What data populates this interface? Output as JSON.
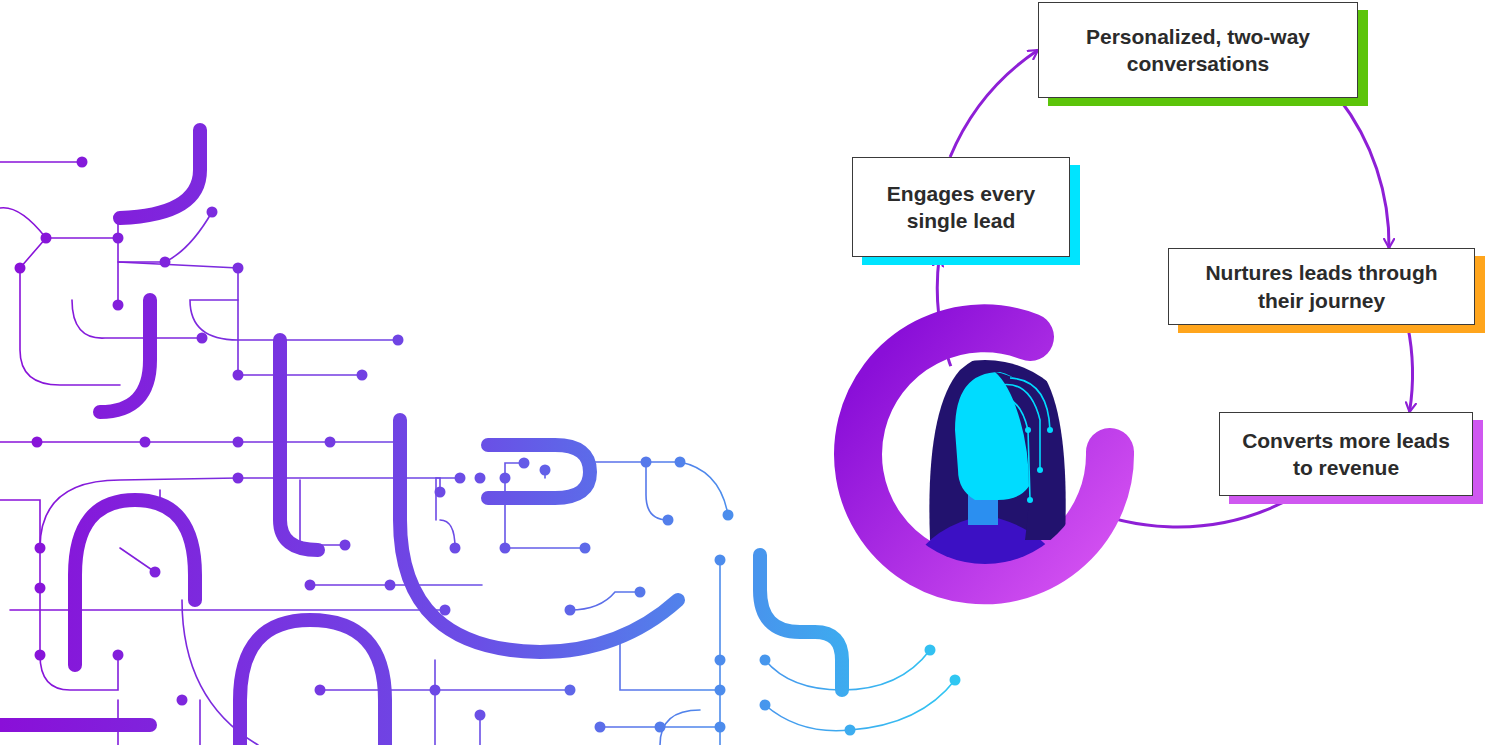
{
  "diagram": {
    "nodes": [
      {
        "text": [
          "Engages every single lead"
        ]
      },
      {
        "text": [
          "Personalized, two-way conversations"
        ]
      },
      {
        "text": [
          "Nurtures leads through their journey"
        ]
      },
      {
        "text": [
          "Converts more leads to revenue"
        ]
      }
    ],
    "edges": [
      {
        "from": 0,
        "to": 1,
        "arrow": "to"
      },
      {
        "from": 1,
        "to": 2,
        "arrow": "to"
      },
      {
        "from": 2,
        "to": 3,
        "arrow": "to"
      },
      {
        "from": 3,
        "to": 0,
        "arrow": "to"
      }
    ]
  }
}
